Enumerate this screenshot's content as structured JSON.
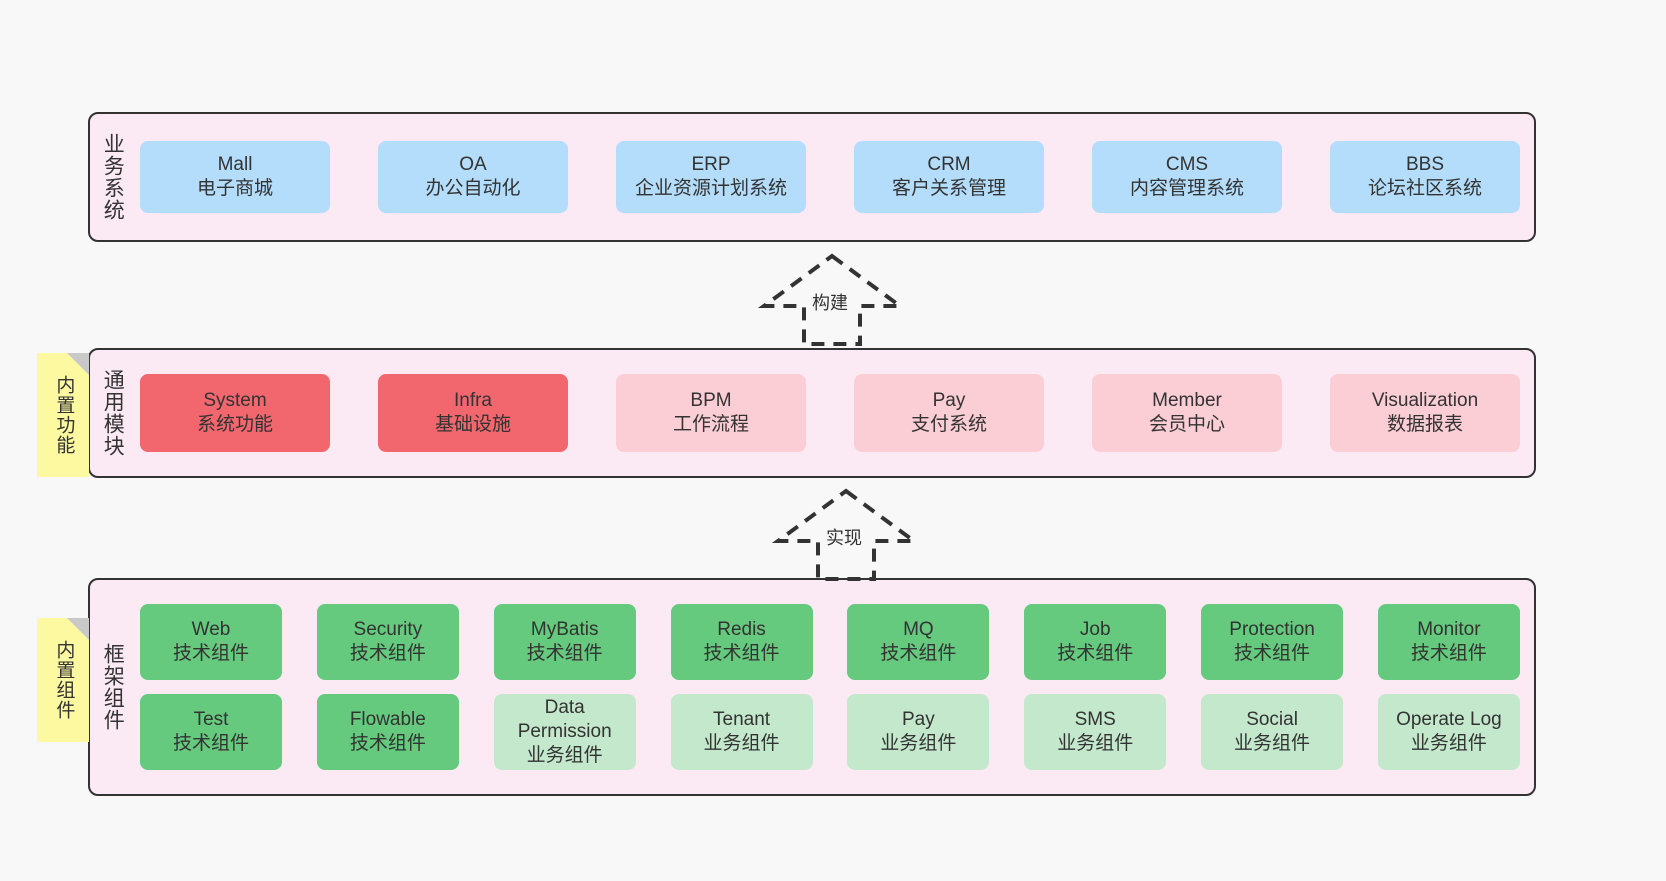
{
  "diagram": {
    "title_business": "业务系统",
    "title_common": "通用模块",
    "title_framework": "框架组件"
  },
  "notes": {
    "builtin_function": "内置功能",
    "builtin_component": "内置组件"
  },
  "connectors": {
    "build": "构建",
    "implement": "实现"
  },
  "colors": {
    "panel_background": "#fbeaf4",
    "panel_border": "#333333",
    "business_card": "#b3ddfb",
    "core_module": "#f2666e",
    "module": "#fbcdd4",
    "tech_component": "#65c97e",
    "business_component": "#c3e8cb",
    "note": "#fcf9a0",
    "note_fold": "#c9c9c9",
    "canvas": "#f8f8f8"
  },
  "business_systems": [
    {
      "en": "Mall",
      "cn": "电子商城"
    },
    {
      "en": "OA",
      "cn": "办公自动化"
    },
    {
      "en": "ERP",
      "cn": "企业资源计划系统"
    },
    {
      "en": "CRM",
      "cn": "客户关系管理"
    },
    {
      "en": "CMS",
      "cn": "内容管理系统"
    },
    {
      "en": "BBS",
      "cn": "论坛社区系统"
    }
  ],
  "common_modules": [
    {
      "en": "System",
      "cn": "系统功能",
      "style": "core"
    },
    {
      "en": "Infra",
      "cn": "基础设施",
      "style": "core"
    },
    {
      "en": "BPM",
      "cn": "工作流程",
      "style": "normal"
    },
    {
      "en": "Pay",
      "cn": "支付系统",
      "style": "normal"
    },
    {
      "en": "Member",
      "cn": "会员中心",
      "style": "normal"
    },
    {
      "en": "Visualization",
      "cn": "数据报表",
      "style": "normal"
    }
  ],
  "framework_components_row1": [
    {
      "en": "Web",
      "cn": "技术组件"
    },
    {
      "en": "Security",
      "cn": "技术组件"
    },
    {
      "en": "MyBatis",
      "cn": "技术组件"
    },
    {
      "en": "Redis",
      "cn": "技术组件"
    },
    {
      "en": "MQ",
      "cn": "技术组件"
    },
    {
      "en": "Job",
      "cn": "技术组件"
    },
    {
      "en": "Protection",
      "cn": "技术组件"
    },
    {
      "en": "Monitor",
      "cn": "技术组件"
    }
  ],
  "framework_components_row2": [
    {
      "en": "Test",
      "cn": "技术组件",
      "style": "tech"
    },
    {
      "en": "Flowable",
      "cn": "技术组件",
      "style": "tech"
    },
    {
      "en": "Data Permission",
      "cn": "业务组件",
      "style": "business"
    },
    {
      "en": "Tenant",
      "cn": "业务组件",
      "style": "business"
    },
    {
      "en": "Pay",
      "cn": "业务组件",
      "style": "business"
    },
    {
      "en": "SMS",
      "cn": "业务组件",
      "style": "business"
    },
    {
      "en": "Social",
      "cn": "业务组件",
      "style": "business"
    },
    {
      "en": "Operate Log",
      "cn": "业务组件",
      "style": "business"
    }
  ]
}
